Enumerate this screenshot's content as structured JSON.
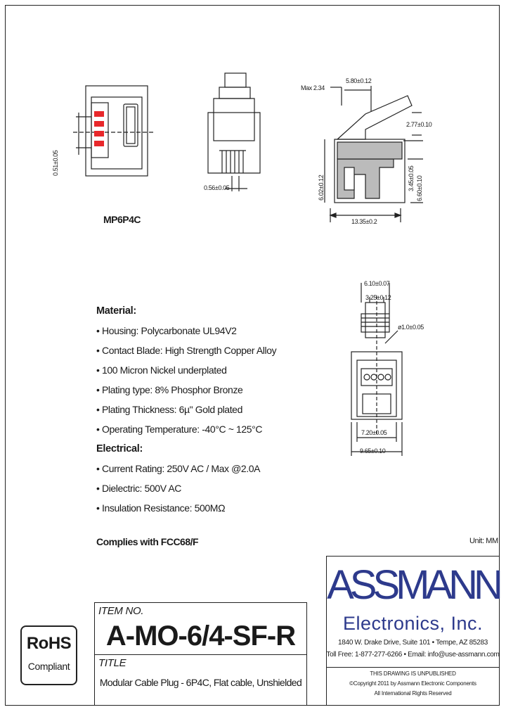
{
  "drawing": {
    "front_label": "MP6P4C",
    "dims": {
      "contact_pitch": "0.51±0.05",
      "blade_width": "0.56±0.05",
      "max_height": "Max 2.34",
      "latch_width": "5.80±0.12",
      "latch_height": "2.77±0.10",
      "body_height": "6.02±0.12",
      "contact_height": "3.45±0.05",
      "overall_height": "6.60±0.10",
      "length": "13.35±0.2",
      "width_a": "6.10±0.07",
      "width_b": "3.25±0.12",
      "hole": "ø1.0±0.05",
      "inner_width": "7.20±0.05",
      "outer_width": "9.65±0.10"
    }
  },
  "specs": {
    "material_heading": "Material:",
    "material_items": [
      "• Housing: Polycarbonate UL94V2",
      "• Contact Blade: High Strength Copper Alloy",
      "• 100 Micron Nickel underplated",
      "• Plating type: 8% Phosphor Bronze",
      "• Plating Thickness: 6µ\" Gold plated",
      "• Operating Temperature: -40°C ~ 125°C"
    ],
    "electrical_heading": "Electrical:",
    "electrical_items": [
      "• Current Rating: 250V AC / Max @2.0A",
      "• Dielectric: 500V AC",
      "• Insulation Resistance: 500MΩ"
    ],
    "compliance": "Complies with FCC68/F",
    "unit": "Unit: MM"
  },
  "titleblock": {
    "item_no_label": "ITEM NO.",
    "item_no": "A-MO-6/4-SF-R",
    "title_label": "TITLE",
    "title": "Modular Cable Plug - 6P4C, Flat cable, Unshielded",
    "rohs_line1": "RoHS",
    "rohs_line2": "Compliant",
    "company_name": "ASSMANN",
    "company_sub": "Electronics, Inc.",
    "address": "1840 W. Drake Drive, Suite 101 • Tempe, AZ 85283",
    "contact": "Toll Free: 1-877-277-6266 • Email: info@use-assmann.com",
    "notice": "THIS DRAWING IS UNPUBLISHED",
    "copyright": "©Copyright 2011 by Assmann Electronic Components",
    "rights": "All International Rights Reserved"
  },
  "colors": {
    "contact": "#e8282b",
    "brand": "#2d3a8c",
    "line": "#222222"
  }
}
